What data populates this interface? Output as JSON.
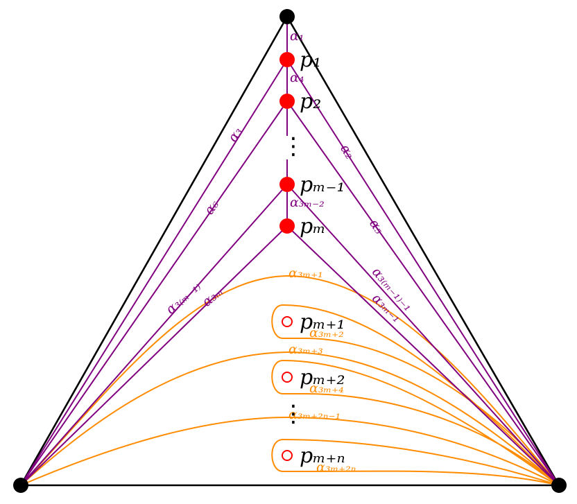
{
  "colors": {
    "outline": "#000000",
    "purple": "#800080",
    "orange": "#ff8c00",
    "red": "#ff0000"
  },
  "points": {
    "p1": "p₁",
    "p2": "p₂",
    "pm_minus_1": "pₘ₋₁",
    "pm": "pₘ",
    "pm_plus_1": "pₘ₊₁",
    "pm_plus_2": "pₘ₊₂",
    "pm_plus_n": "pₘ₊ₙ"
  },
  "purple_labels": {
    "a1": "α₁",
    "a2": "α₂",
    "a3": "α₃",
    "a4": "α₄",
    "a5": "α₅",
    "a6": "α₆",
    "a3m_minus_2": "α₃ₘ₋₂",
    "a3_m_minus_1": "α₃₍ₘ₋₁₎",
    "a3m": "α₃ₘ",
    "a3_m_minus_1_minus_1": "α₃₍ₘ₋₁₎₋₁",
    "a3m_minus_1": "α₃ₘ₋₁"
  },
  "orange_labels": {
    "a3m_plus_1": "α₃ₘ₊₁",
    "a3m_plus_2": "α₃ₘ₊₂",
    "a3m_plus_3": "α₃ₘ₊₃",
    "a3m_plus_4": "α₃ₘ₊₄",
    "a3m_plus_2n_minus_1": "α₃ₘ₊₂ₙ₋₁",
    "a3m_plus_2n": "α₃ₘ₊₂ₙ"
  },
  "dots_purple": "⋮",
  "dots_orange": "⋮"
}
